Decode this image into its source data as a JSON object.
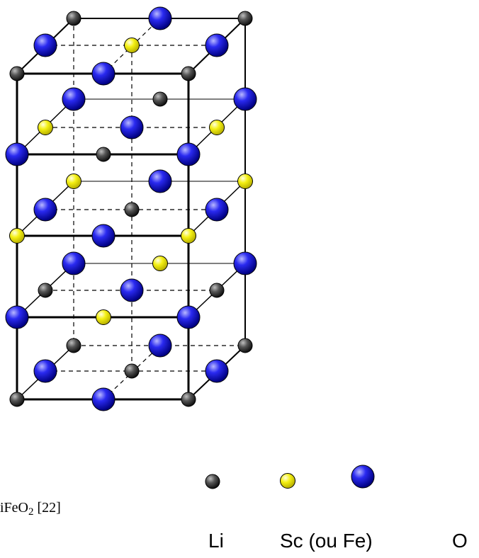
{
  "caption": {
    "prefix": "iFeO",
    "subscript": "2",
    "reference": " [22]"
  },
  "legend": [
    {
      "key": "Li",
      "label": "Li",
      "color": "#3a3a3a"
    },
    {
      "key": "Sc",
      "label": "Sc (ou Fe)",
      "color": "#f2ee10"
    },
    {
      "key": "O",
      "label": "O",
      "color": "#1a1ae8"
    }
  ]
}
